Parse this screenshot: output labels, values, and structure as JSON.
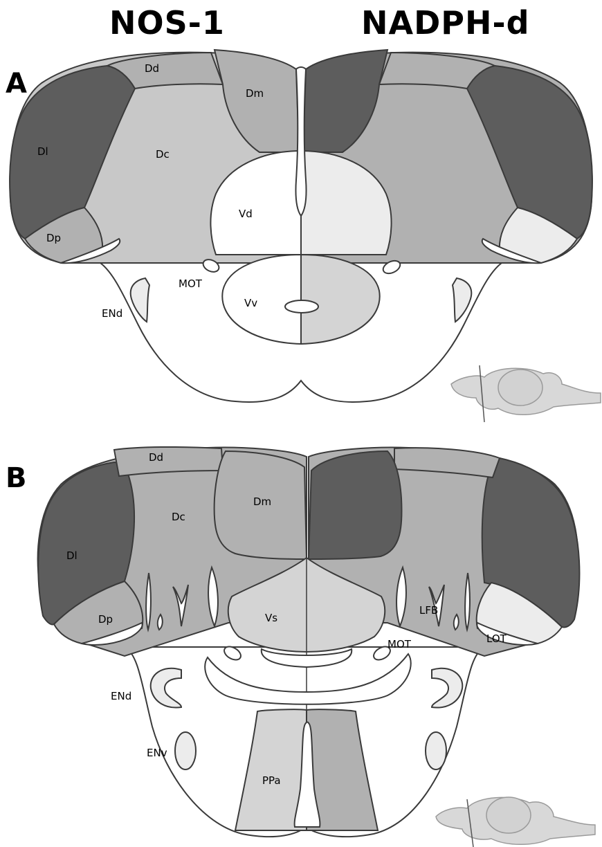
{
  "headers": {
    "left": "NOS-1",
    "right": "NADPH-d"
  },
  "panels": {
    "A": {
      "letter": "A",
      "labels": {
        "Dd": "Dd",
        "Dm": "Dm",
        "Dl": "Dl",
        "Dc": "Dc",
        "Dp": "Dp",
        "Vd": "Vd",
        "MOT": "MOT",
        "Vv": "Vv",
        "ENd": "ENd"
      }
    },
    "B": {
      "letter": "B",
      "labels": {
        "Dd": "Dd",
        "Dm": "Dm",
        "Dc": "Dc",
        "Dl": "Dl",
        "Dp": "Dp",
        "Vs": "Vs",
        "LFB": "LFB",
        "MOT": "MOT",
        "LOT": "LOT",
        "ENd": "ENd",
        "ENv": "ENv",
        "PPa": "PPa"
      }
    }
  },
  "colors": {
    "darkest": "#5d5d5d",
    "medium": "#b1b1b1",
    "light": "#c8c8c8",
    "lightest": "#ececec",
    "white": "#ffffff",
    "outline": "#3a3a3a"
  }
}
